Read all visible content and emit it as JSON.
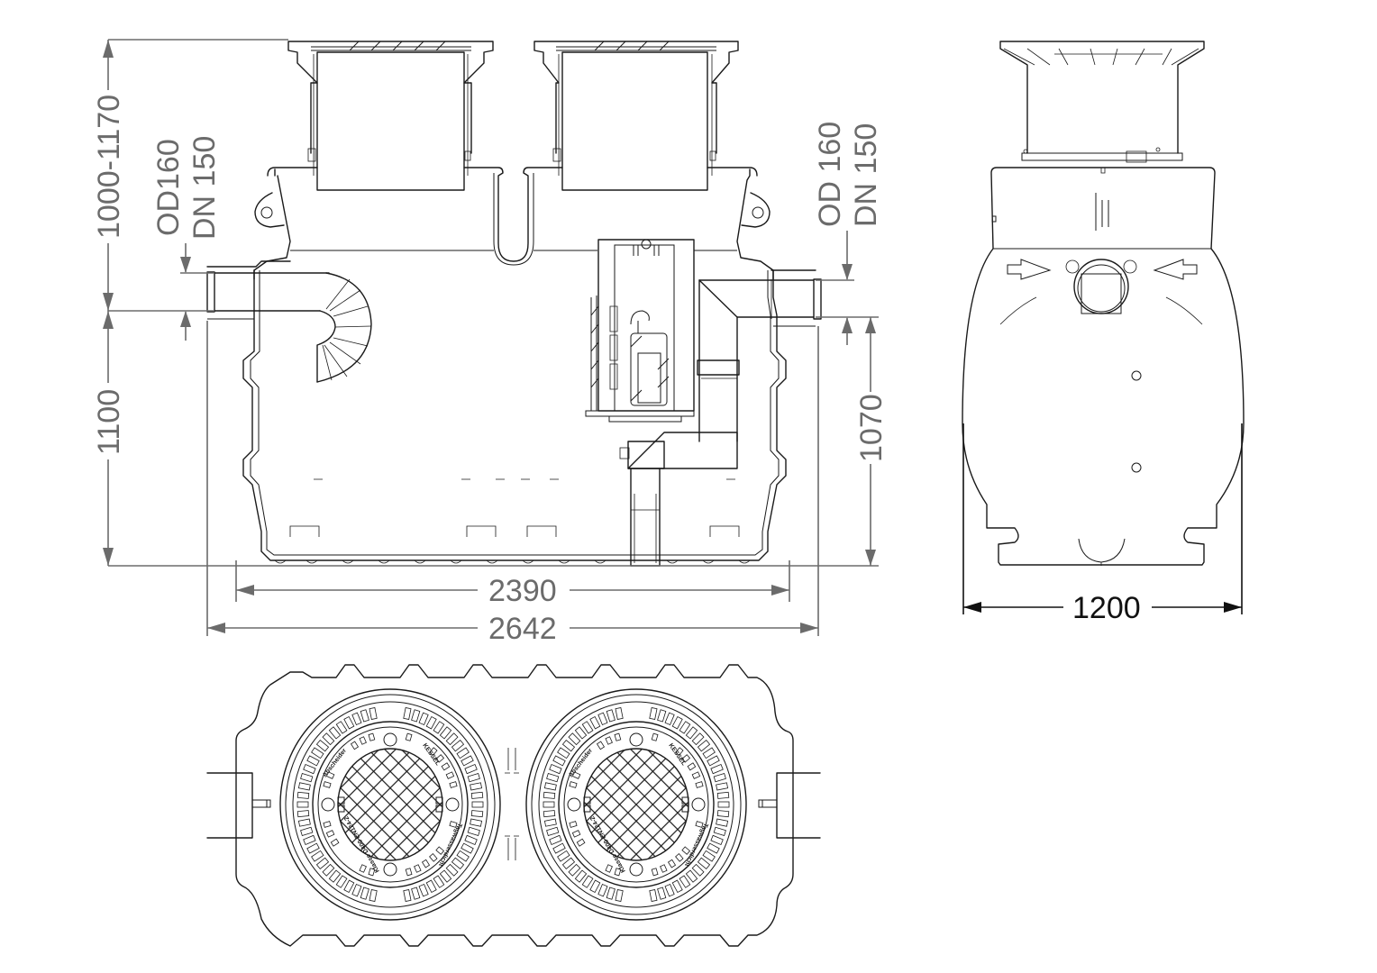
{
  "drawing": {
    "title": "Separator tank technical drawing",
    "units": "mm",
    "colors": {
      "line": "#1a1a1a",
      "dimension_grey": "#6b6b6b",
      "dimension_black": "#111111",
      "background": "#ffffff"
    }
  },
  "side_view": {
    "dimensions": {
      "cover_height": "1000-1170",
      "inlet_label_od": "OD160",
      "inlet_label_dn": "DN 150",
      "outlet_label_od": "OD 160",
      "outlet_label_dn": "DN 150",
      "inlet_height": "1100",
      "outlet_height": "1070",
      "body_length": "2390",
      "overall_length": "2642"
    }
  },
  "end_view": {
    "dimensions": {
      "width": "1200"
    }
  },
  "top_view": {
    "covers": [
      {
        "manufacturer": "KESSEL",
        "text_top": "Abscheider",
        "text_bottom_left": "Klasse D400 EN124-2",
        "text_bottom_right": "Tagwasserdicht"
      },
      {
        "manufacturer": "KESSEL",
        "text_top": "Abscheider",
        "text_bottom_left": "Klasse D400 EN124-2",
        "text_bottom_right": "Tagwasserdicht"
      }
    ]
  }
}
